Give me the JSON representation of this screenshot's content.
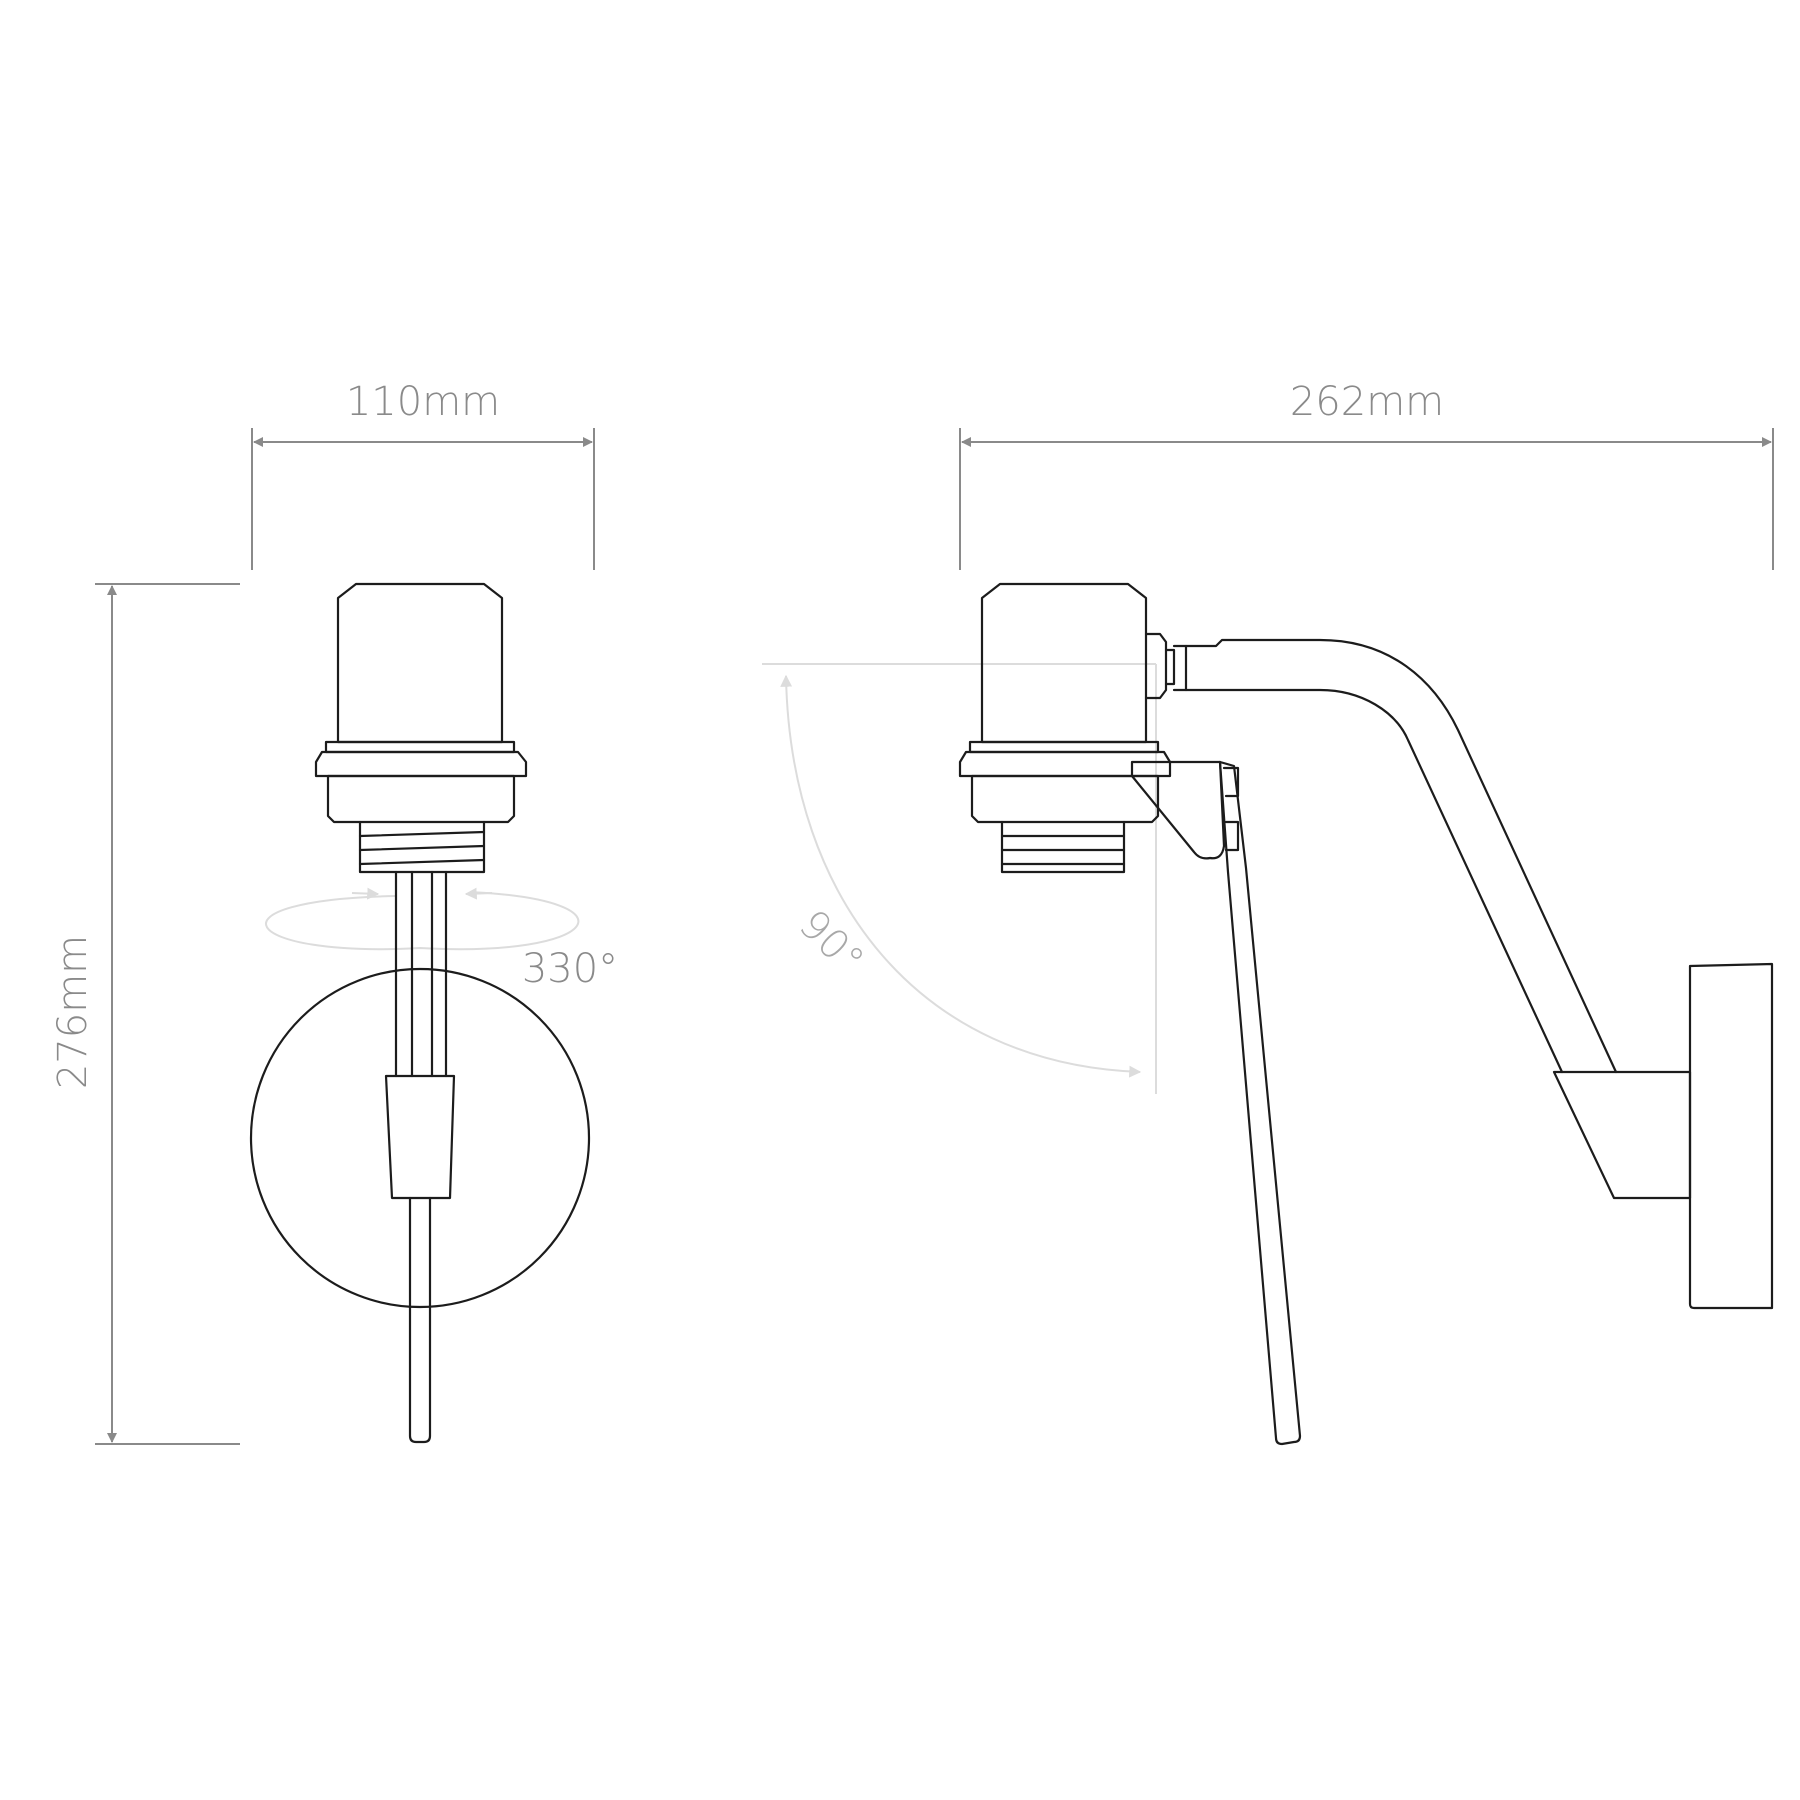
{
  "dimensions": {
    "width_front": "110mm",
    "width_side": "262mm",
    "height": "276mm"
  },
  "angles": {
    "rotation": "330°",
    "tilt": "90°"
  },
  "colors": {
    "outline": "#1c1c1c",
    "dimension": "#8a8a8a",
    "guide": "#dcdcdc",
    "background": "#ffffff"
  }
}
